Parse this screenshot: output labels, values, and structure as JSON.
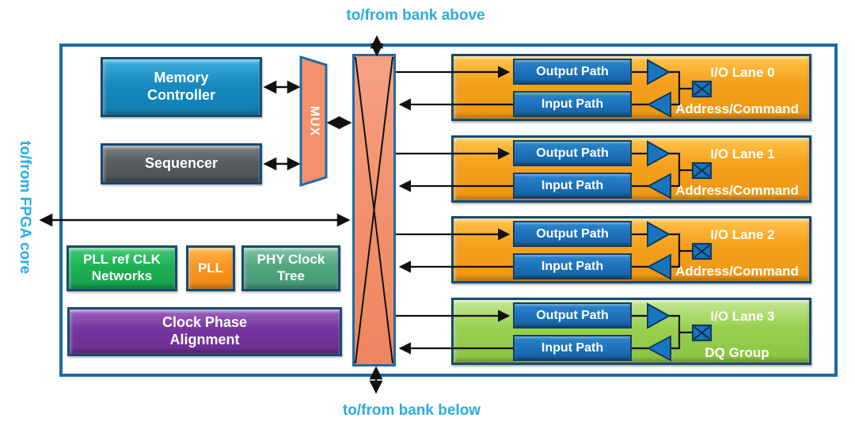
{
  "external_labels": {
    "top": "to/from bank above",
    "bottom": "to/from bank below",
    "left": "to/from FPGA core"
  },
  "controller_blocks": {
    "memory_controller": [
      "Memory",
      "Controller"
    ],
    "sequencer": "Sequencer",
    "mux": "MUX"
  },
  "clocking_blocks": {
    "pll_ref_clk": [
      "PLL ref CLK",
      "Networks"
    ],
    "pll": "PLL",
    "phy_clock_tree": [
      "PHY Clock",
      "Tree"
    ],
    "clock_phase_alignment": [
      "Clock Phase",
      "Alignment"
    ]
  },
  "lanes": [
    {
      "name": "I/O Lane 0",
      "group": "Address/Command",
      "output": "Output Path",
      "input": "Input Path",
      "color": "#F6A21D"
    },
    {
      "name": "I/O Lane 1",
      "group": "Address/Command",
      "output": "Output Path",
      "input": "Input Path",
      "color": "#F6A21D"
    },
    {
      "name": "I/O Lane 2",
      "group": "Address/Command",
      "output": "Output Path",
      "input": "Input Path",
      "color": "#F6A21D"
    },
    {
      "name": "I/O Lane 3",
      "group": "DQ Group",
      "output": "Output Path",
      "input": "Input Path",
      "color": "#98D04E"
    }
  ],
  "icons": {
    "io_pad": "crossed-square",
    "output_buffer": "right-triangle",
    "input_buffer": "left-triangle",
    "crossbar": "x-cross-rect",
    "arrows": "double-headed-black"
  },
  "colors": {
    "accent_cyan": "#2BACE2",
    "frame_blue": "#1C6BA8",
    "crossbar_salmon": "#F2916C",
    "lane_orange": "#F6A21D",
    "lane_green": "#98D04E",
    "path_blue": "#1B6FB8",
    "memory_controller_blue": "#1689BE",
    "sequencer_gray": "#575D61",
    "pll_ref_green": "#1CB254",
    "phy_tree_sage": "#4FA680",
    "pll_orange": "#F7941F",
    "cpa_purple": "#76349E",
    "arrow_black": "#111111"
  }
}
